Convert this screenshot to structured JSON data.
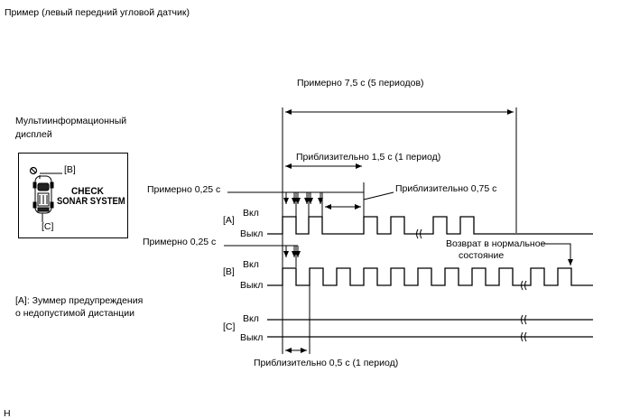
{
  "header": {
    "title": "Пример (левый передний угловой датчик)"
  },
  "display": {
    "label_line1": "Мультиинформационный",
    "label_line2": "дисплей",
    "marker_b": "[B]",
    "marker_c": "[C]",
    "text_line1": "CHECK",
    "text_line2": "SONAR SYSTEM"
  },
  "legend": {
    "line1": "[A]: Зуммер предупреждения",
    "line2": "о недопустимой дистанции"
  },
  "timing": {
    "total": "Примерно 7,5 с (5 периодов)",
    "period_a": "Приблизительно 1,5 с (1 период)",
    "on_a": "Примерно 0,25 с",
    "off_a": "Приблизительно 0,75 с",
    "on_b": "Примерно 0,25 с",
    "period_b": "Приблизительно 0,5 с (1 период)",
    "return_line1": "Возврат в нормальное",
    "return_line2": "состояние"
  },
  "signals": [
    {
      "id": "[A]",
      "on": "Вкл",
      "off": "Выкл"
    },
    {
      "id": "[B]",
      "on": "Вкл",
      "off": "Выкл"
    },
    {
      "id": "[C]",
      "on": "Вкл",
      "off": "Выкл"
    }
  ],
  "footer": {
    "code": "H"
  }
}
